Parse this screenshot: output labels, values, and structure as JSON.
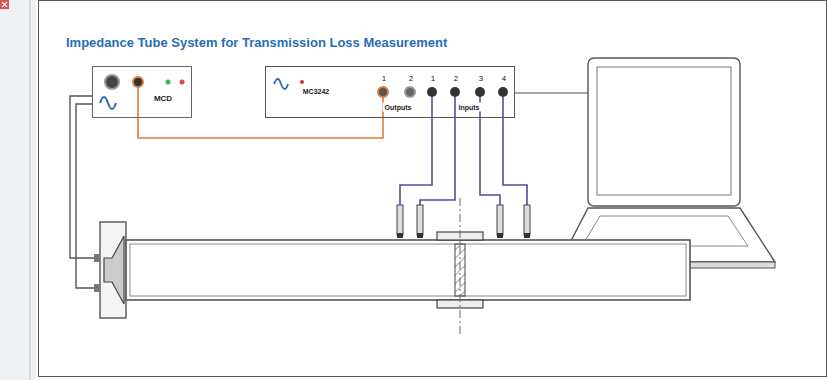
{
  "diagram": {
    "title": "Impedance Tube System for Transmission Loss Measurement",
    "nodes": [
      {
        "text": [
          "MCD"
        ]
      },
      {
        "text": [
          "MC3242",
          "1",
          "2",
          "Outputs",
          "1",
          "2",
          "3",
          "4",
          "Inputs"
        ]
      }
    ],
    "edges": [
      {
        "from": 0,
        "to": 1,
        "arrow": "none"
      }
    ]
  }
}
